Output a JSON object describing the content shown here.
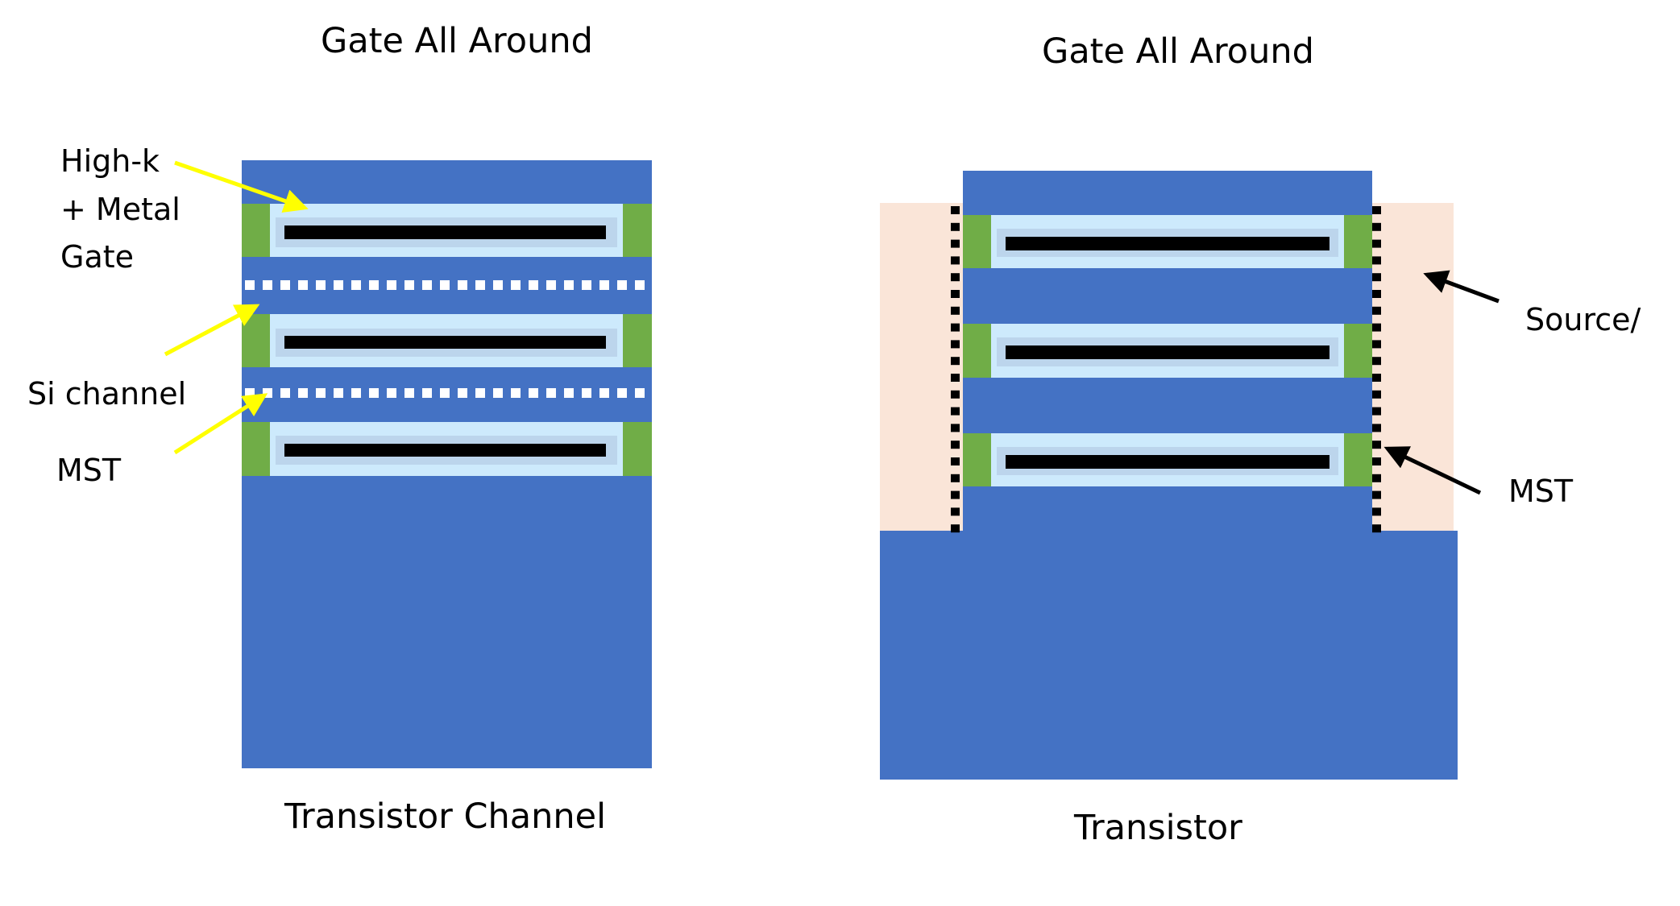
{
  "colors": {
    "substrate_blue": "#4472c4",
    "spacer_green": "#70ad47",
    "highk_light_blue": "#cdeafc",
    "metal_gate_mid_blue": "#bcd5ec",
    "channel_black": "#000000",
    "source_drain_peach": "#fae5d8",
    "yellow_arrow": "#ffff00",
    "black_arrow": "#000000",
    "mst_dots_white": "#ffffff",
    "mst_dots_black": "#000000"
  },
  "left_panel": {
    "title": "Gate All Around",
    "caption": "Transistor Channel",
    "nanosheet_count": 3,
    "labels": {
      "highk_line1": "High-k",
      "highk_line2": "+ Metal",
      "highk_line3": "Gate",
      "si_channel": "Si channel",
      "mst": "MST"
    }
  },
  "right_panel": {
    "title": "Gate All Around",
    "caption": "Transistor",
    "nanosheet_count": 3,
    "labels": {
      "source": "Source/",
      "mst": "MST"
    }
  }
}
